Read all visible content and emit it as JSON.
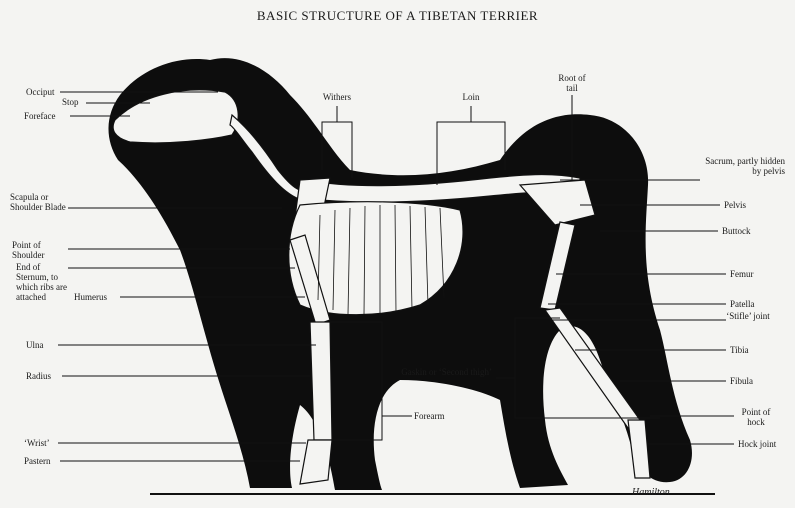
{
  "title": "BASIC STRUCTURE OF A TIBETAN TERRIER",
  "labels_left": {
    "occiput": "Occiput",
    "stop": "Stop",
    "foreface": "Foreface",
    "scapula": "Scapula or Shoulder Blade",
    "point_of_shoulder": "Point of Shoulder",
    "end_of_sternum": "End of Sternum, to which ribs are attached",
    "humerus": "Humerus",
    "ulna": "Ulna",
    "radius": "Radius",
    "wrist": "‘Wrist’",
    "pastern": "Pastern"
  },
  "labels_top": {
    "withers": "Withers",
    "loin": "Loin",
    "root_of_tail": "Root of tail"
  },
  "labels_right": {
    "sacrum": "Sacrum, partly hidden by pelvis",
    "pelvis": "Pelvis",
    "buttock": "Buttock",
    "femur": "Femur",
    "patella": "Patella",
    "stifle": "‘Stifle’ joint",
    "tibia": "Tibia",
    "fibula": "Fibula",
    "point_of_hock": "Point of hock",
    "hock_joint": "Hock joint"
  },
  "labels_center": {
    "gaskin": "Gaskin or ‘Second thigh’",
    "forearm": "Forearm"
  },
  "signature": "Hamilton"
}
